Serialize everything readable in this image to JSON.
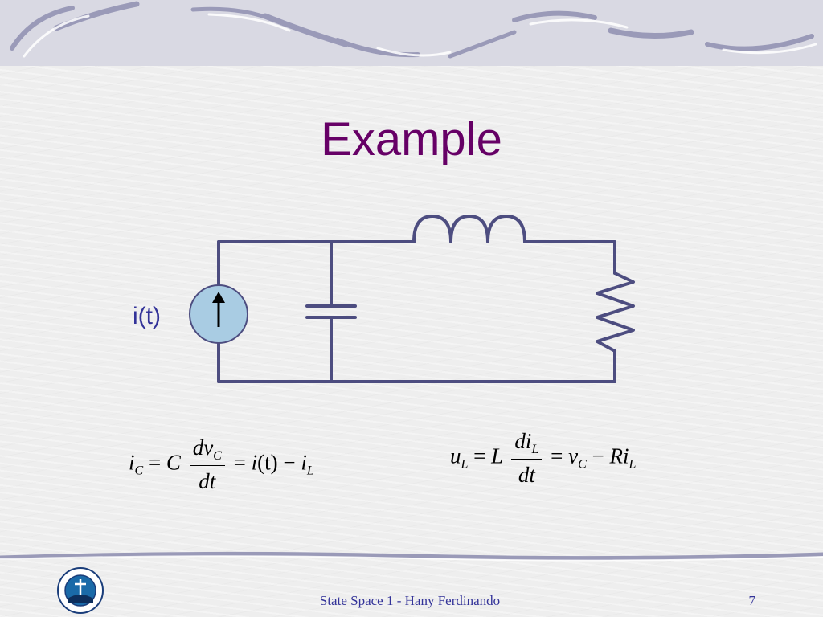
{
  "slide": {
    "title": "Example",
    "source_label": "i(t)",
    "footer": "State Space 1 - Hany Ferdinando",
    "page_number": "7"
  },
  "equations": {
    "eq1": {
      "lhs_var": "i",
      "lhs_sub": "C",
      "eq1": "=",
      "coef": "C",
      "num_var": "dv",
      "num_sub": "C",
      "den": "dt",
      "eq2": "=",
      "rhs_a": "i",
      "rhs_paren": "(t)",
      "minus": "−",
      "rhs_b": "i",
      "rhs_b_sub": "L"
    },
    "eq2": {
      "lhs_var": "u",
      "lhs_sub": "L",
      "eq1": "=",
      "coef": "L",
      "num_var": "di",
      "num_sub": "L",
      "den": "dt",
      "eq2": "=",
      "rhs_a": "v",
      "rhs_a_sub": "C",
      "minus": "−",
      "rhs_b": "Ri",
      "rhs_b_sub": "L"
    }
  },
  "colors": {
    "title": "#660066",
    "text": "#333399",
    "wire": "#4d4d80",
    "source_fill": "#a9cce3"
  }
}
